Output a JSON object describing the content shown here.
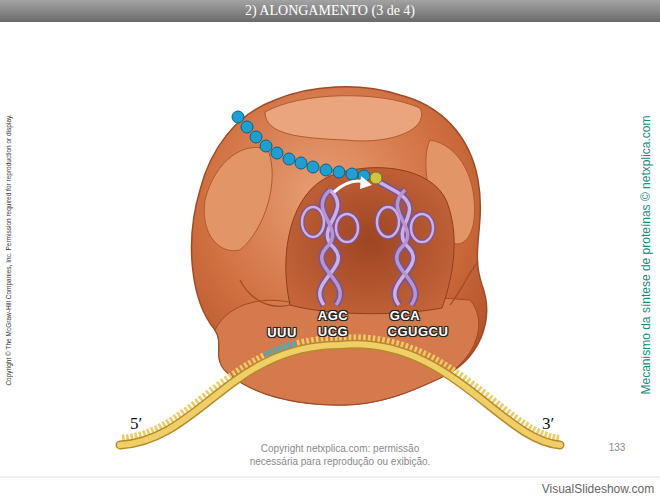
{
  "diagram": {
    "title": "2) ALONGAMENTO (3 de 4)",
    "labels": [
      "Copyright © The McGraw-Hill Companies, Inc. Permission required for reproduction or display.",
      "Mecanismo da síntese de proteínas © netxplica.com",
      "AGC",
      "GCA",
      "UUU",
      "UCG",
      "CGUGCU",
      "5′",
      "3′",
      "Copyright netxplica.com: permissão necessária para reprodução ou exibição.",
      "133",
      "VisualSlideshow.com"
    ]
  }
}
